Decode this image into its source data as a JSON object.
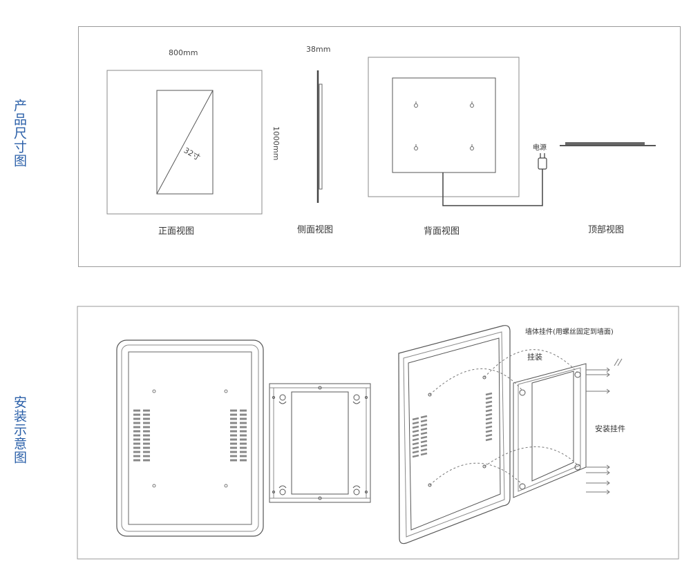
{
  "sections": {
    "dimensions_title": "产品尺寸图",
    "install_title": "安装示意图"
  },
  "dimensions": {
    "width_label": "800mm",
    "height_label": "1000mm",
    "depth_label": "38mm",
    "screen_label": "32寸",
    "power_label": "电源",
    "views": {
      "front": "正面视图",
      "side": "侧面视图",
      "back": "背面视图",
      "top": "顶部视图"
    }
  },
  "install": {
    "wall_mount_note": "墙体挂件(用螺丝固定到墙面)",
    "hang_label": "挂装",
    "bracket_label": "安装挂件"
  },
  "colors": {
    "accent_blue": "#2a5fa8",
    "line_gray": "#555555",
    "frame_gray": "#9a9a9a"
  }
}
